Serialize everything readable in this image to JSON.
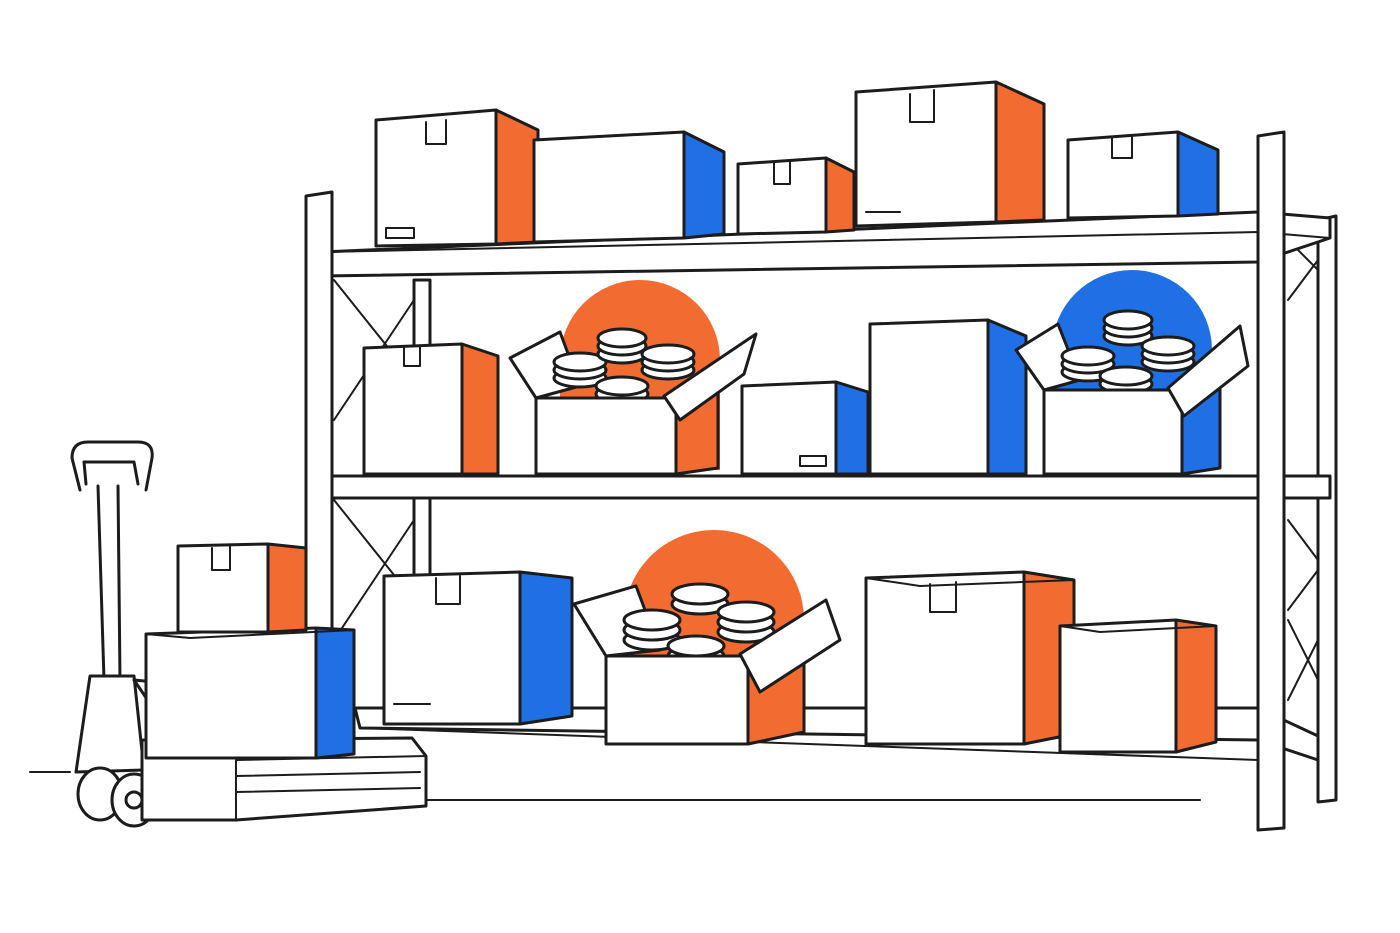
{
  "colors": {
    "accent_orange": "#F26B30",
    "accent_blue": "#1F6FE5",
    "line": "#1C1C1C",
    "background": "#FFFFFF"
  },
  "scene": {
    "subject": "warehouse-shelving-rack",
    "shelf_levels": 3,
    "pallet_jack_present": true,
    "open_boxes_with_coin_stacks": 3
  }
}
